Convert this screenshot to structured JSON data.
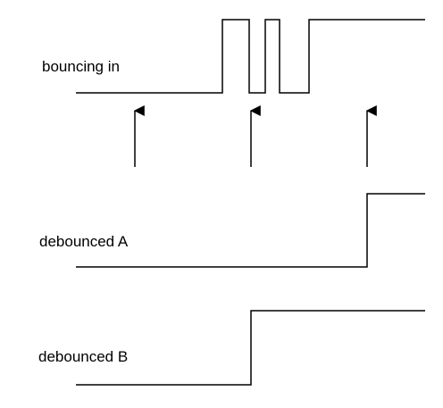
{
  "signals": [
    {
      "label": "bouncing in"
    },
    {
      "label": "debounced A"
    },
    {
      "label": "debounced B"
    }
  ],
  "colors": {
    "background": "#ffffff",
    "stroke": "#000000"
  },
  "markers": {
    "count": 3,
    "shape": "arrow-up"
  }
}
